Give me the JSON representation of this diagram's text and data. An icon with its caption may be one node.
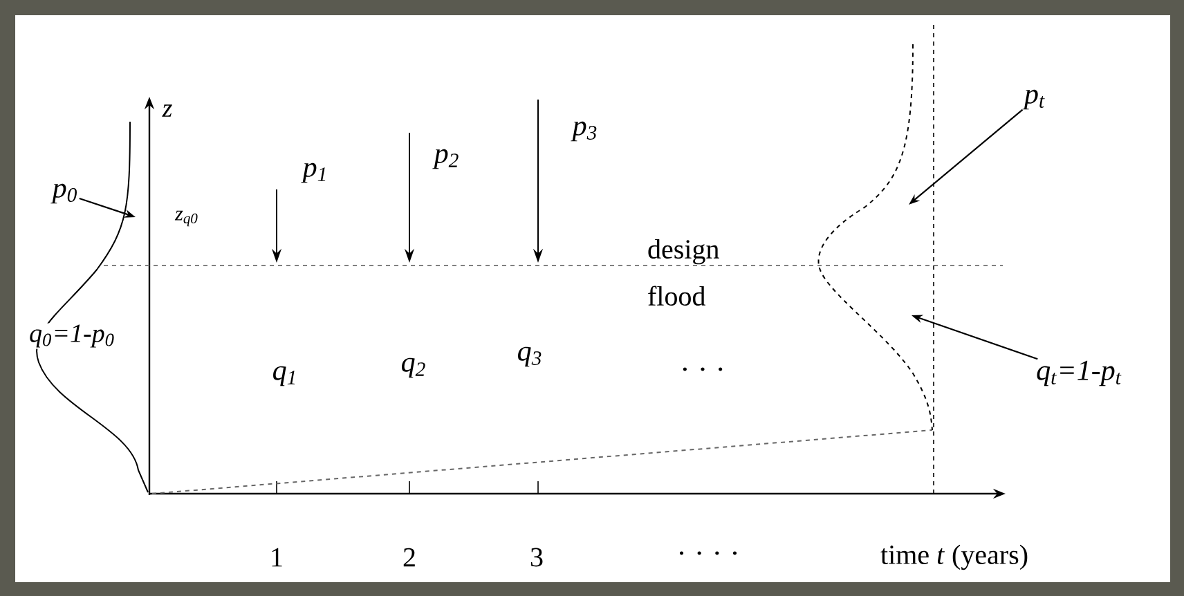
{
  "diagram": {
    "nodes": [
      {
        "text": [
          "p$_{0}$"
        ]
      },
      {
        "text": [
          "p$_{t}$"
        ]
      },
      {
        "text": [
          "q$_{t}$=1-p$_{t}$"
        ]
      }
    ],
    "edges": [
      {
        "from": 0,
        "to": null,
        "arrow": "to"
      },
      {
        "from": 1,
        "to": null,
        "arrow": "to"
      },
      {
        "from": 2,
        "to": null,
        "arrow": "to"
      }
    ],
    "labels": [
      "z",
      "z$_{q0}$",
      "q$_{0}$=1-p$_{0}$",
      "p$_{1}$",
      "p$_{2}$",
      "p$_{3}$",
      "q$_{1}$",
      "q$_{2}$",
      "q$_{3}$",
      "design flood",
      "· · ·",
      "1",
      "2",
      "3",
      "· · · ·",
      "time *t* (years)"
    ]
  }
}
